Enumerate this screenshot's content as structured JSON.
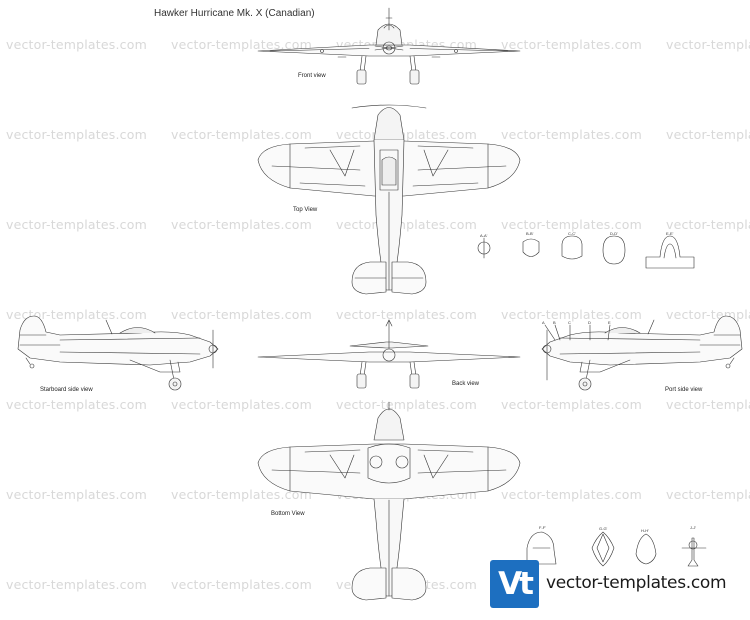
{
  "title": "Hawker Hurricane Mk. X (Canadian)",
  "watermark": {
    "text": "vector-templates.com",
    "color": "#d8d8d8"
  },
  "views": {
    "front": "Front view",
    "top": "Top View",
    "starboard": "Starboard side view",
    "back": "Back view",
    "port": "Port side view",
    "bottom": "Bottom View"
  },
  "sections_top": [
    "A-A'",
    "B-B'",
    "C-C'",
    "D-D'",
    "E-E'"
  ],
  "sections_bottom": [
    "F-F'",
    "G-G'",
    "H-H'",
    "J-J'"
  ],
  "side_markers": [
    "A",
    "B",
    "C",
    "D",
    "E"
  ],
  "logo": {
    "mark": "Vt",
    "text": "vector-templates.com",
    "color": "#1d6fc0"
  }
}
